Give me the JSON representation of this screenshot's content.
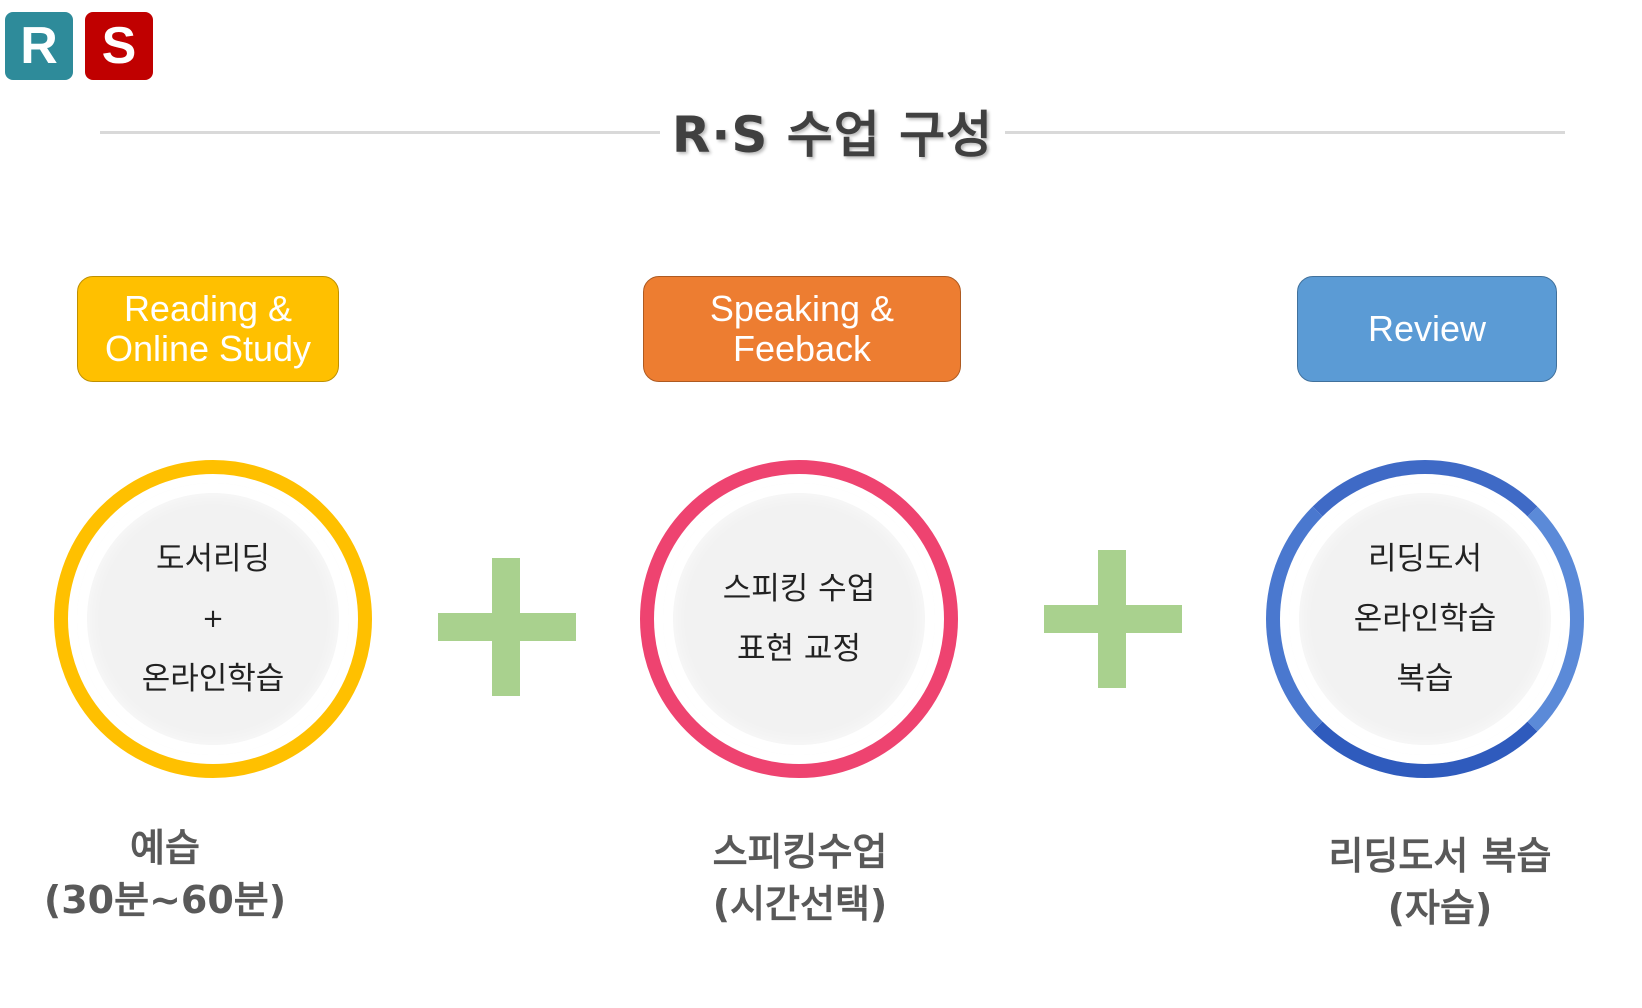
{
  "logo": {
    "letter_r": "R",
    "letter_s": "S",
    "color_r": "#2e8b9a",
    "color_s": "#c00000"
  },
  "title": "R·S 수업 구성",
  "stages": [
    {
      "header": "Reading &\nOnline Study",
      "header_color": "#ffc000",
      "circle_color": "#ffc000",
      "circle_lines": [
        "도서리딩",
        "+",
        "온라인학습"
      ],
      "caption_lines": [
        "예습",
        "(30분~60분)"
      ]
    },
    {
      "header": "Speaking &\nFeeback",
      "header_color": "#ed7d31",
      "circle_color": "#ee4370",
      "circle_lines": [
        "스피킹 수업",
        "표현 교정"
      ],
      "caption_lines": [
        "스피킹수업",
        "(시간선택)"
      ]
    },
    {
      "header": "Review",
      "header_color": "#5b9bd5",
      "circle_color": "#4472c4",
      "circle_lines": [
        "리딩도서",
        "온라인학습",
        "복습"
      ],
      "caption_lines": [
        "리딩도서 복습",
        "(자습)"
      ]
    }
  ],
  "connector_color": "#a9d18e"
}
